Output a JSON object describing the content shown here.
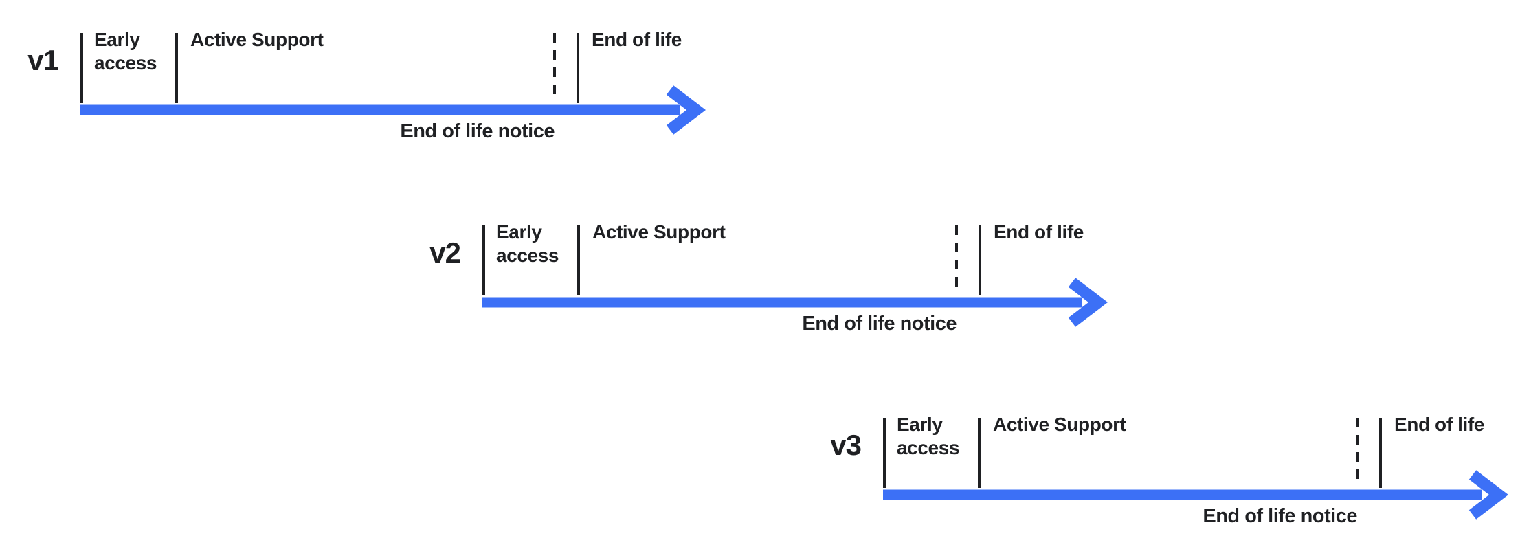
{
  "colors": {
    "ink": "#1F2023",
    "accent": "#3C70F6"
  },
  "diagram": {
    "versions": [
      {
        "label": "v1",
        "phases": {
          "early_access": "Early access",
          "active_support": "Active Support",
          "end_of_life": "End of life",
          "end_of_life_notice": "End of life notice"
        }
      },
      {
        "label": "v2",
        "phases": {
          "early_access": "Early access",
          "active_support": "Active Support",
          "end_of_life": "End of life",
          "end_of_life_notice": "End of life notice"
        }
      },
      {
        "label": "v3",
        "phases": {
          "early_access": "Early access",
          "active_support": "Active Support",
          "end_of_life": "End of life",
          "end_of_life_notice": "End of life notice"
        }
      }
    ]
  }
}
